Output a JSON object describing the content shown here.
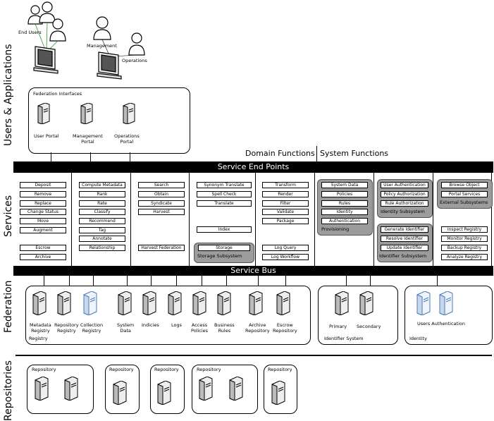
{
  "side_labels": {
    "users": "Users & Applications",
    "services": "Services",
    "federation": "Federation",
    "repositories": "Repositories"
  },
  "users": {
    "end_users": "End Users",
    "management": "Management",
    "operations": "Operations"
  },
  "federation_interfaces": {
    "title": "Federation Interfaces",
    "portals": [
      "User Portal",
      "Management\nPortal",
      "Operations\nPortal"
    ]
  },
  "headers": {
    "domain": "Domain Functions",
    "system": "System Functions",
    "endpoints": "Service End Points",
    "bus": "Service Bus"
  },
  "domain_columns": [
    [
      "Deposit",
      "Remove",
      "Replace",
      "Change Status",
      "Move",
      "Augment"
    ],
    [
      "Compute Metadata",
      "Rank",
      "Rate",
      "Classify",
      "Recommend",
      "Tag",
      "Annotate",
      "Relationship"
    ],
    [
      "Search",
      "Obtain",
      "Syndicate",
      "Harvest"
    ],
    [
      "Synonym Translate",
      "Spell Check",
      "Translate"
    ],
    [
      "Transform",
      "Render",
      "Filter",
      "Validate",
      "Package"
    ]
  ],
  "domain_lower": {
    "col1": [
      "Escrow",
      "Archive"
    ],
    "col3": [
      "Harvest Federation"
    ],
    "col4_index": "Index",
    "storage": "Storage",
    "storage_subsystem": "Storage Subsystem",
    "col5": [
      "Log Query",
      "Log Workflow"
    ]
  },
  "system_groups": {
    "provisioning": {
      "items": [
        "System Data",
        "Policies",
        "Rules",
        "Identity",
        "Authentication"
      ],
      "label": "Provisioning"
    },
    "identity_subsystem": {
      "items": [
        "User Authentication",
        "Policy Authorization",
        "Rule Authorization"
      ],
      "label": "Identity Subsystem"
    },
    "external_subsystems": {
      "items": [
        "Browse Object",
        "Portal Services"
      ],
      "label": "External Subsystems"
    },
    "identifier_subsystem": {
      "items": [
        "Generate Identifier",
        "Resolve Identifier",
        "Update Identifier"
      ],
      "label": "Identifier Subsystem"
    },
    "registry_services": [
      "Inspect Registry",
      "Monitor Registry",
      "Backup Registry",
      "Analyze Registry"
    ]
  },
  "federation": {
    "registry_label": "Registry",
    "registry_items": [
      "Metadata\nRegistry",
      "Repository\nRegistry",
      "Collection\nRegistry",
      "System\nData",
      "Indicies",
      "Logs",
      "Access\nPolicies",
      "Business\nRules",
      "Archive\nRepository",
      "Escrow\nRepository"
    ],
    "identifier_label": "Identifier System",
    "identifier_items": [
      "Primary",
      "Secondary"
    ],
    "identity_label": "Identity",
    "identity_items": [
      "Users Authentication"
    ]
  },
  "repositories": {
    "label": "Repository",
    "count": 5
  }
}
